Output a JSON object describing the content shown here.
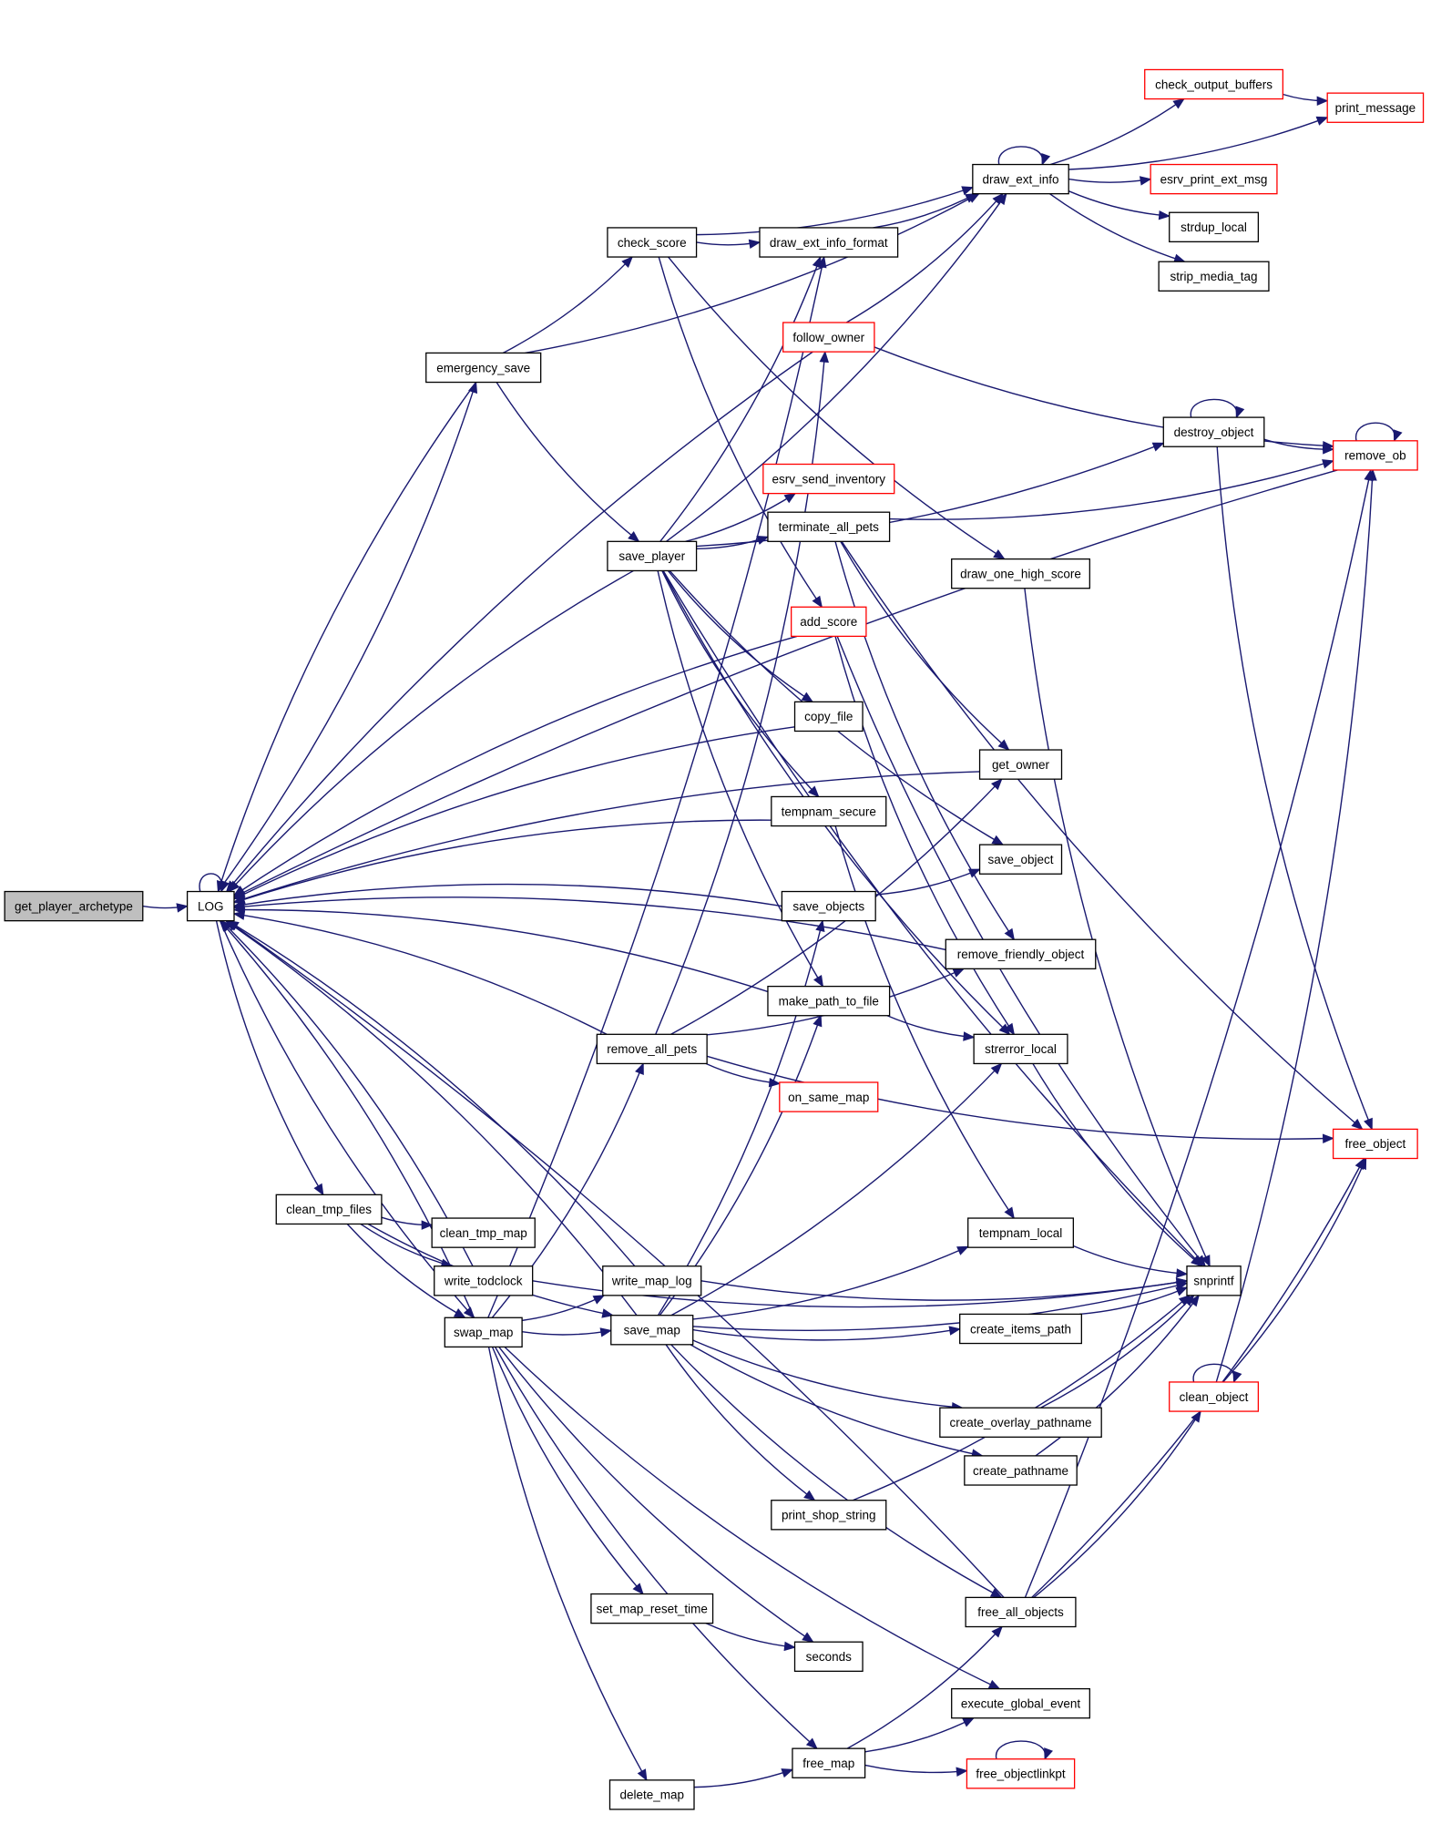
{
  "colors": {
    "edge": "#191970",
    "node_border": "#000000",
    "node_border_incomplete": "#ff0000",
    "root_fill": "#bfbfbf",
    "node_fill": "#ffffff"
  },
  "nodes": [
    {
      "id": "get_player_archetype",
      "label": "get_player_archetype",
      "style": "root"
    },
    {
      "id": "LOG",
      "label": "LOG",
      "style": "normal"
    },
    {
      "id": "emergency_save",
      "label": "emergency_save",
      "style": "normal"
    },
    {
      "id": "check_score",
      "label": "check_score",
      "style": "normal"
    },
    {
      "id": "draw_ext_info_format",
      "label": "draw_ext_info_format",
      "style": "normal"
    },
    {
      "id": "draw_ext_info",
      "label": "draw_ext_info",
      "style": "normal"
    },
    {
      "id": "check_output_buffers",
      "label": "check_output_buffers",
      "style": "incomplete"
    },
    {
      "id": "print_message",
      "label": "print_message",
      "style": "incomplete"
    },
    {
      "id": "esrv_print_ext_msg",
      "label": "esrv_print_ext_msg",
      "style": "incomplete"
    },
    {
      "id": "strdup_local",
      "label": "strdup_local",
      "style": "normal"
    },
    {
      "id": "strip_media_tag",
      "label": "strip_media_tag",
      "style": "normal"
    },
    {
      "id": "follow_owner",
      "label": "follow_owner",
      "style": "incomplete"
    },
    {
      "id": "destroy_object",
      "label": "destroy_object",
      "style": "normal"
    },
    {
      "id": "remove_ob",
      "label": "remove_ob",
      "style": "incomplete"
    },
    {
      "id": "esrv_send_inventory",
      "label": "esrv_send_inventory",
      "style": "incomplete"
    },
    {
      "id": "terminate_all_pets",
      "label": "terminate_all_pets",
      "style": "normal"
    },
    {
      "id": "save_player",
      "label": "save_player",
      "style": "normal"
    },
    {
      "id": "draw_one_high_score",
      "label": "draw_one_high_score",
      "style": "normal"
    },
    {
      "id": "add_score",
      "label": "add_score",
      "style": "incomplete"
    },
    {
      "id": "copy_file",
      "label": "copy_file",
      "style": "normal"
    },
    {
      "id": "get_owner",
      "label": "get_owner",
      "style": "normal"
    },
    {
      "id": "tempnam_secure",
      "label": "tempnam_secure",
      "style": "normal"
    },
    {
      "id": "save_object",
      "label": "save_object",
      "style": "normal"
    },
    {
      "id": "save_objects",
      "label": "save_objects",
      "style": "normal"
    },
    {
      "id": "remove_friendly_object",
      "label": "remove_friendly_object",
      "style": "normal"
    },
    {
      "id": "make_path_to_file",
      "label": "make_path_to_file",
      "style": "normal"
    },
    {
      "id": "remove_all_pets",
      "label": "remove_all_pets",
      "style": "normal"
    },
    {
      "id": "strerror_local",
      "label": "strerror_local",
      "style": "normal"
    },
    {
      "id": "on_same_map",
      "label": "on_same_map",
      "style": "incomplete"
    },
    {
      "id": "free_object",
      "label": "free_object",
      "style": "incomplete"
    },
    {
      "id": "clean_tmp_files",
      "label": "clean_tmp_files",
      "style": "normal"
    },
    {
      "id": "clean_tmp_map",
      "label": "clean_tmp_map",
      "style": "normal"
    },
    {
      "id": "tempnam_local",
      "label": "tempnam_local",
      "style": "normal"
    },
    {
      "id": "write_todclock",
      "label": "write_todclock",
      "style": "normal"
    },
    {
      "id": "write_map_log",
      "label": "write_map_log",
      "style": "normal"
    },
    {
      "id": "snprintf",
      "label": "snprintf",
      "style": "normal"
    },
    {
      "id": "swap_map",
      "label": "swap_map",
      "style": "normal"
    },
    {
      "id": "save_map",
      "label": "save_map",
      "style": "normal"
    },
    {
      "id": "create_items_path",
      "label": "create_items_path",
      "style": "normal"
    },
    {
      "id": "clean_object",
      "label": "clean_object",
      "style": "incomplete"
    },
    {
      "id": "create_overlay_pathname",
      "label": "create_overlay_pathname",
      "style": "normal"
    },
    {
      "id": "create_pathname",
      "label": "create_pathname",
      "style": "normal"
    },
    {
      "id": "print_shop_string",
      "label": "print_shop_string",
      "style": "normal"
    },
    {
      "id": "set_map_reset_time",
      "label": "set_map_reset_time",
      "style": "normal"
    },
    {
      "id": "free_all_objects",
      "label": "free_all_objects",
      "style": "normal"
    },
    {
      "id": "seconds",
      "label": "seconds",
      "style": "normal"
    },
    {
      "id": "execute_global_event",
      "label": "execute_global_event",
      "style": "normal"
    },
    {
      "id": "free_map",
      "label": "free_map",
      "style": "normal"
    },
    {
      "id": "free_objectlinkpt",
      "label": "free_objectlinkpt",
      "style": "incomplete"
    },
    {
      "id": "delete_map",
      "label": "delete_map",
      "style": "normal"
    }
  ],
  "edges": [
    [
      "get_player_archetype",
      "LOG"
    ],
    [
      "LOG",
      "LOG"
    ],
    [
      "LOG",
      "emergency_save"
    ],
    [
      "LOG",
      "clean_tmp_files"
    ],
    [
      "LOG",
      "swap_map"
    ],
    [
      "emergency_save",
      "LOG"
    ],
    [
      "emergency_save",
      "check_score"
    ],
    [
      "emergency_save",
      "draw_ext_info"
    ],
    [
      "emergency_save",
      "save_player"
    ],
    [
      "check_score",
      "draw_ext_info_format"
    ],
    [
      "check_score",
      "draw_ext_info"
    ],
    [
      "check_score",
      "draw_one_high_score"
    ],
    [
      "check_score",
      "add_score"
    ],
    [
      "draw_ext_info_format",
      "draw_ext_info"
    ],
    [
      "draw_ext_info",
      "draw_ext_info"
    ],
    [
      "draw_ext_info",
      "check_output_buffers"
    ],
    [
      "draw_ext_info",
      "print_message"
    ],
    [
      "draw_ext_info",
      "esrv_print_ext_msg"
    ],
    [
      "draw_ext_info",
      "strdup_local"
    ],
    [
      "draw_ext_info",
      "strip_media_tag"
    ],
    [
      "check_output_buffers",
      "print_message"
    ],
    [
      "follow_owner",
      "LOG"
    ],
    [
      "follow_owner",
      "draw_ext_info"
    ],
    [
      "follow_owner",
      "remove_ob"
    ],
    [
      "destroy_object",
      "destroy_object"
    ],
    [
      "destroy_object",
      "remove_ob"
    ],
    [
      "destroy_object",
      "free_object"
    ],
    [
      "remove_ob",
      "LOG"
    ],
    [
      "remove_ob",
      "remove_ob"
    ],
    [
      "terminate_all_pets",
      "remove_ob"
    ],
    [
      "terminate_all_pets",
      "free_object"
    ],
    [
      "terminate_all_pets",
      "get_owner"
    ],
    [
      "terminate_all_pets",
      "remove_friendly_object"
    ],
    [
      "save_player",
      "LOG"
    ],
    [
      "save_player",
      "draw_ext_info_format"
    ],
    [
      "save_player",
      "draw_ext_info"
    ],
    [
      "save_player",
      "esrv_send_inventory"
    ],
    [
      "save_player",
      "terminate_all_pets"
    ],
    [
      "save_player",
      "destroy_object"
    ],
    [
      "save_player",
      "copy_file"
    ],
    [
      "save_player",
      "tempnam_secure"
    ],
    [
      "save_player",
      "save_object"
    ],
    [
      "save_player",
      "make_path_to_file"
    ],
    [
      "save_player",
      "strerror_local"
    ],
    [
      "save_player",
      "snprintf"
    ],
    [
      "draw_one_high_score",
      "snprintf"
    ],
    [
      "add_score",
      "LOG"
    ],
    [
      "add_score",
      "snprintf"
    ],
    [
      "add_score",
      "strerror_local"
    ],
    [
      "copy_file",
      "LOG"
    ],
    [
      "get_owner",
      "LOG"
    ],
    [
      "tempnam_secure",
      "LOG"
    ],
    [
      "tempnam_secure",
      "tempnam_local"
    ],
    [
      "save_objects",
      "LOG"
    ],
    [
      "save_objects",
      "save_object"
    ],
    [
      "remove_friendly_object",
      "LOG"
    ],
    [
      "make_path_to_file",
      "LOG"
    ],
    [
      "make_path_to_file",
      "strerror_local"
    ],
    [
      "remove_all_pets",
      "LOG"
    ],
    [
      "remove_all_pets",
      "follow_owner"
    ],
    [
      "remove_all_pets",
      "get_owner"
    ],
    [
      "remove_all_pets",
      "remove_friendly_object"
    ],
    [
      "remove_all_pets",
      "on_same_map"
    ],
    [
      "remove_all_pets",
      "free_object"
    ],
    [
      "strerror_local",
      "snprintf"
    ],
    [
      "clean_tmp_files",
      "clean_tmp_map"
    ],
    [
      "clean_tmp_files",
      "write_todclock"
    ],
    [
      "clean_tmp_files",
      "swap_map"
    ],
    [
      "clean_tmp_files",
      "save_map"
    ],
    [
      "tempnam_local",
      "snprintf"
    ],
    [
      "write_todclock",
      "LOG"
    ],
    [
      "write_todclock",
      "snprintf"
    ],
    [
      "write_map_log",
      "LOG"
    ],
    [
      "write_map_log",
      "snprintf"
    ],
    [
      "swap_map",
      "LOG"
    ],
    [
      "swap_map",
      "write_map_log"
    ],
    [
      "swap_map",
      "save_map"
    ],
    [
      "swap_map",
      "remove_all_pets"
    ],
    [
      "swap_map",
      "draw_ext_info_format"
    ],
    [
      "swap_map",
      "set_map_reset_time"
    ],
    [
      "swap_map",
      "seconds"
    ],
    [
      "swap_map",
      "execute_global_event"
    ],
    [
      "swap_map",
      "free_map"
    ],
    [
      "swap_map",
      "delete_map"
    ],
    [
      "save_map",
      "LOG"
    ],
    [
      "save_map",
      "save_objects"
    ],
    [
      "save_map",
      "make_path_to_file"
    ],
    [
      "save_map",
      "strerror_local"
    ],
    [
      "save_map",
      "tempnam_local"
    ],
    [
      "save_map",
      "snprintf"
    ],
    [
      "save_map",
      "create_items_path"
    ],
    [
      "save_map",
      "create_overlay_pathname"
    ],
    [
      "save_map",
      "create_pathname"
    ],
    [
      "save_map",
      "print_shop_string"
    ],
    [
      "save_map",
      "free_all_objects"
    ],
    [
      "create_items_path",
      "snprintf"
    ],
    [
      "clean_object",
      "clean_object"
    ],
    [
      "clean_object",
      "remove_ob"
    ],
    [
      "clean_object",
      "free_object"
    ],
    [
      "create_overlay_pathname",
      "snprintf"
    ],
    [
      "create_pathname",
      "snprintf"
    ],
    [
      "print_shop_string",
      "snprintf"
    ],
    [
      "set_map_reset_time",
      "seconds"
    ],
    [
      "free_all_objects",
      "LOG"
    ],
    [
      "free_all_objects",
      "remove_ob"
    ],
    [
      "free_all_objects",
      "free_object"
    ],
    [
      "free_all_objects",
      "clean_object"
    ],
    [
      "free_map",
      "free_all_objects"
    ],
    [
      "free_map",
      "execute_global_event"
    ],
    [
      "free_map",
      "free_objectlinkpt"
    ],
    [
      "free_objectlinkpt",
      "free_objectlinkpt"
    ],
    [
      "delete_map",
      "free_map"
    ]
  ]
}
